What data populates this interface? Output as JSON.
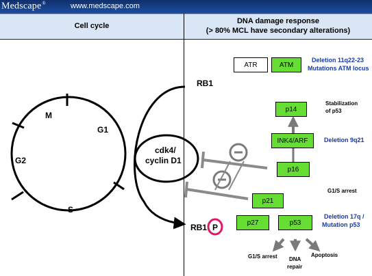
{
  "topbar": {
    "logo": "Medscape",
    "logo_reg": "®",
    "url": "www.medscape.com"
  },
  "headers": {
    "left": "Cell cycle",
    "right_line1": "DNA damage response",
    "right_line2": "(> 80% MCL have secondary alterations)"
  },
  "cycle": {
    "m": "M",
    "g1": "G1",
    "g2": "G2",
    "s": "S",
    "cdk_line1": "cdk4/",
    "cdk_line2": "cyclin D1"
  },
  "rb": {
    "top": "RB1",
    "bottom": "RB1",
    "phos": "P"
  },
  "boxes": {
    "atr": "ATR",
    "atm": "ATM",
    "p14": "p14",
    "ink": "INK4/ARF",
    "p16": "p16",
    "p21": "p21",
    "p27": "p27",
    "p53": "p53"
  },
  "notes": {
    "del11_line1": "Deletion 11q22-23",
    "del11_line2": "Mutations ATM locus",
    "stab_line1": "Stabilization",
    "stab_line2": "of p53",
    "del9": "Deletion 9q21",
    "g1s_arrest_right": "G1/S arrest",
    "del17_line1": "Deletion 17q /",
    "del17_line2": "Mutation p53",
    "g1s_arrest_bottom": "G1/S arrest",
    "dna_repair_line1": "DNA",
    "dna_repair_line2": "repair",
    "apoptosis": "Apoptosis"
  },
  "colors": {
    "green": "#66dd33",
    "header_bg": "#d9e6f5",
    "topbar": "#0f2f6e",
    "note_blue": "#1a3aa8",
    "phos_ring": "#e0186a",
    "inhibit_gray": "#888888"
  }
}
